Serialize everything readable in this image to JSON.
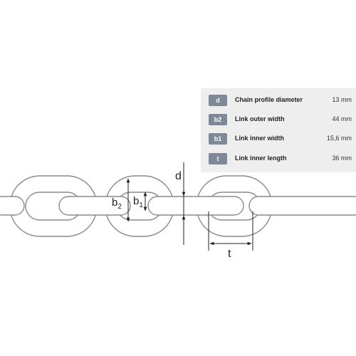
{
  "specs": [
    {
      "symbol": "d",
      "label": "Chain profile diameter",
      "value": "13 mm"
    },
    {
      "symbol": "b2",
      "label": "Link outer width",
      "value": "44 mm"
    },
    {
      "symbol": "b1",
      "label": "Link inner width",
      "value": "15,6 mm"
    },
    {
      "symbol": "t",
      "label": "Link inner length",
      "value": "36 mm"
    }
  ],
  "diagram": {
    "label_d": "d",
    "label_b": "b",
    "label_b2_sub": "2",
    "label_b1_sub": "1",
    "label_t": "t"
  },
  "colors": {
    "badge": "#7f8896",
    "panel": "#eeeeee",
    "outline": "#8a8a8a"
  }
}
